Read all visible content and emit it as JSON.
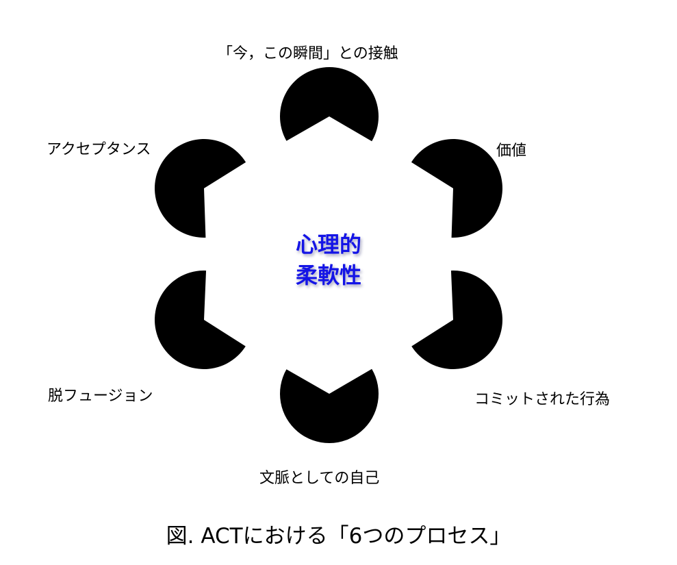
{
  "processes": [
    {
      "label": "「今，この瞬間」との接触"
    },
    {
      "label": "価値"
    },
    {
      "label": "コミットされた行為"
    },
    {
      "label": "文脈としての自己"
    },
    {
      "label": "脱フュージョン"
    },
    {
      "label": "アクセプタンス"
    }
  ],
  "center": {
    "line1": "心理的",
    "line2": "柔軟性"
  },
  "caption": "図. ACTにおける「6つのプロセス」",
  "colors": {
    "shape": "#000000",
    "center_text": "#1414e6"
  }
}
